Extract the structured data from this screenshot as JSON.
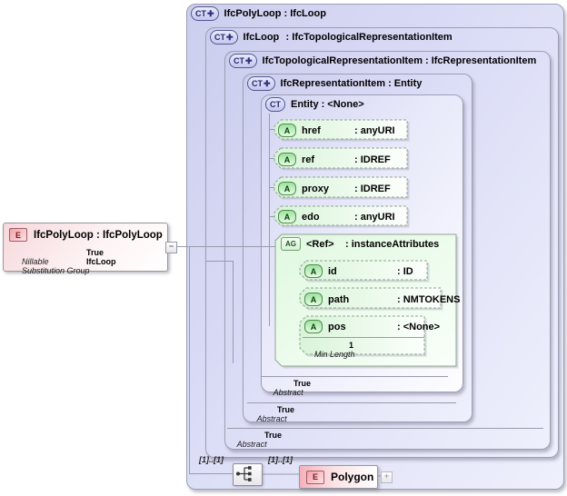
{
  "colors": {
    "type_box_fill": "#d6d8f4",
    "attr_fill": "#ddf6dd",
    "element_fill": "#f5c0c7",
    "facet_value": "#cc2222",
    "connector": "#9b9bad"
  },
  "icons": {
    "complex_type": "CT",
    "complex_type_plus": "✚",
    "element": "E",
    "attribute": "A",
    "attribute_group": "AG",
    "expand": "+",
    "collapse": "−"
  },
  "element_box": {
    "title": "IfcPolyLoop : IfcPolyLoop",
    "properties": [
      {
        "label": "Nillable",
        "value": "True"
      },
      {
        "label": "Substitution Group",
        "value": "IfcLoop"
      }
    ]
  },
  "type_boxes": [
    {
      "name": "IfcPolyLoop",
      "type": ": IfcLoop"
    },
    {
      "name": "IfcLoop",
      "type": ": IfcTopologicalRepresentationItem"
    },
    {
      "name": "IfcTopologicalRepresentationItem",
      "type": ": IfcRepresentationItem",
      "abstract_label": "Abstract",
      "abstract_value": "True"
    },
    {
      "name": "IfcRepresentationItem",
      "type": ": Entity",
      "abstract_label": "Abstract",
      "abstract_value": "True"
    },
    {
      "name": "Entity",
      "type": ": <None>",
      "abstract_label": "Abstract",
      "abstract_value": "True"
    }
  ],
  "attributes": [
    {
      "name": "href",
      "type": ": anyURI"
    },
    {
      "name": "ref",
      "type": ": IDREF"
    },
    {
      "name": "proxy",
      "type": ": IDREF"
    },
    {
      "name": "edo",
      "type": ": anyURI"
    }
  ],
  "attribute_group": {
    "name": "<Ref>",
    "type": ": instanceAttributes",
    "attributes": [
      {
        "name": "id",
        "type": ": ID"
      },
      {
        "name": "path",
        "type": ": NMTOKENS"
      },
      {
        "name": "pos",
        "type": ": <None>",
        "facet_label": "Min Length",
        "facet_value": "1"
      }
    ]
  },
  "content_model": {
    "occurs_compositor": "[1]..[1]",
    "occurs_element": "[1]..[1]",
    "child_element": "Polygon"
  }
}
